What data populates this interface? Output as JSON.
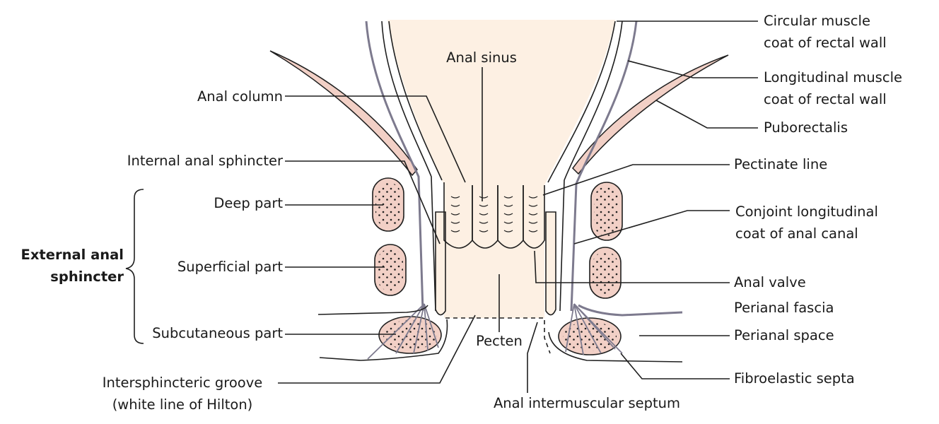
{
  "colors": {
    "lumen": "#fdf0e3",
    "muscle": "#f2d0c6",
    "outline": "#1f1f1f",
    "wall_shade": "#7d7a8e",
    "dots": "#1f1f1f"
  },
  "labels": {
    "anal_sinus": "Anal sinus",
    "anal_column": "Anal column",
    "internal_anal_sphincter": "Internal anal sphincter",
    "deep_part": "Deep part",
    "external_anal_sphincter_1": "External anal",
    "external_anal_sphincter_2": "sphincter",
    "superficial_part": "Superficial part",
    "subcutaneous_part": "Subcutaneous part",
    "intersphincteric_groove_1": "Intersphincteric groove",
    "intersphincteric_groove_2": "(white line of Hilton)",
    "pecten": "Pecten",
    "anal_intermuscular_septum": "Anal intermuscular septum",
    "circular_muscle_1": "Circular muscle",
    "circular_muscle_2": "coat of rectal wall",
    "longitudinal_muscle_1": "Longitudinal muscle",
    "longitudinal_muscle_2": "coat of rectal wall",
    "puborectalis": "Puborectalis",
    "pectinate_line": "Pectinate line",
    "conjoint_1": "Conjoint longitudinal",
    "conjoint_2": "coat of anal canal",
    "anal_valve": "Anal valve",
    "perianal_fascia": "Perianal fascia",
    "perianal_space": "Perianal space",
    "fibroelastic_septa": "Fibroelastic septa"
  }
}
